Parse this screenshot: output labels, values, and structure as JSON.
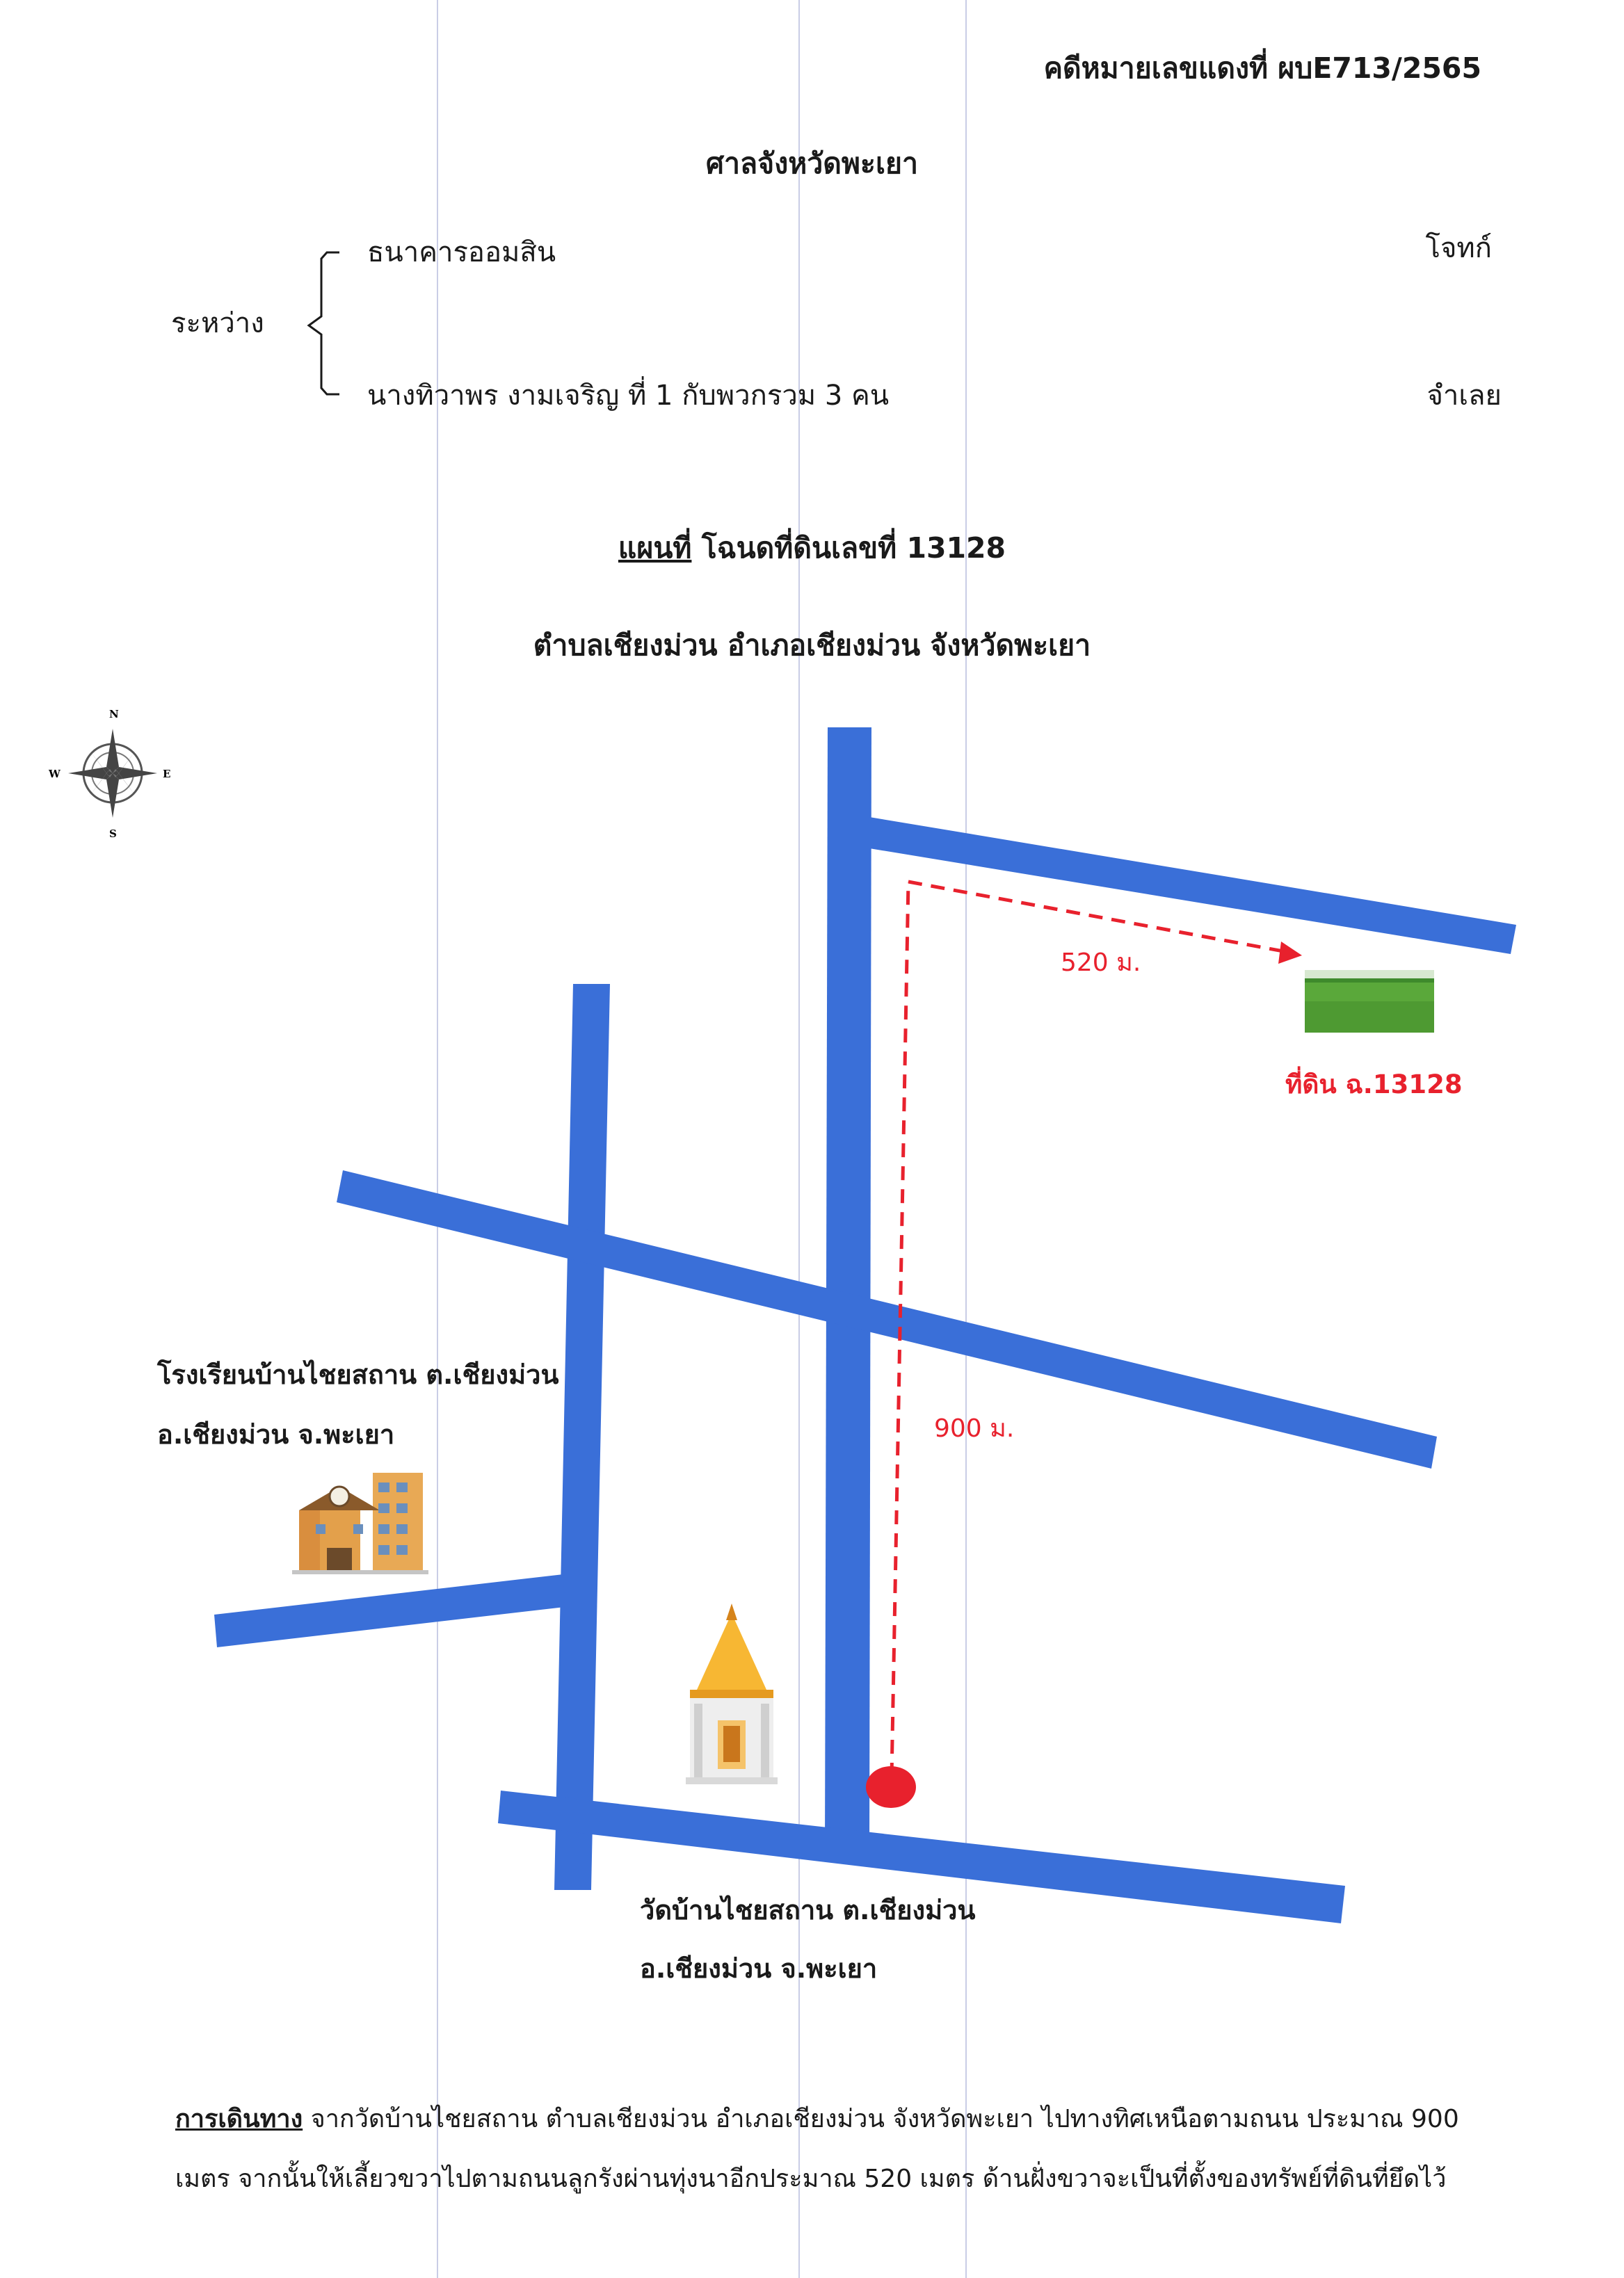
{
  "header": {
    "case_number": "คดีหมายเลขแดงที่ ผบE713/2565",
    "court": "ศาลจังหวัดพะเยา"
  },
  "parties": {
    "between_label": "ระหว่าง",
    "plaintiff_name": "ธนาคารออมสิน",
    "plaintiff_role": "โจทก์",
    "defendant_name": "นางทิวาพร งามเจริญ ที่ 1 กับพวกรวม 3 คน",
    "defendant_role": "จำเลย"
  },
  "map_title": {
    "prefix": "แผนที่",
    "line1_rest": " โฉนดที่ดินเลขที่ 13128",
    "line2": "ตำบลเชียงม่วน อำเภอเชียงม่วน จังหวัดพะเยา"
  },
  "compass": {
    "n": "N",
    "s": "S",
    "e": "E",
    "w": "W"
  },
  "map": {
    "road_color": "#3a6fd8",
    "route_color": "#e8212d",
    "distance_east": "520 ม.",
    "distance_north": "900 ม.",
    "land_label": "ที่ดิน ฉ.13128",
    "school_line1": "โรงเรียนบ้านไชยสถาน ต.เชียงม่วน",
    "school_line2": "อ.เชียงม่วน จ.พะเยา",
    "temple_line1": "วัดบ้านไชยสถาน ต.เชียงม่วน",
    "temple_line2": "อ.เชียงม่วน จ.พะเยา",
    "icons": [
      "compass-rose-icon",
      "school-icon",
      "temple-icon",
      "rice-field-image",
      "start-point-marker"
    ]
  },
  "directions": {
    "label": "การเดินทาง",
    "line1_rest": " จากวัดบ้านไชยสถาน ตำบลเชียงม่วน อำเภอเชียงม่วน จังหวัดพะเยา ไปทางทิศเหนือตามถนน ประมาณ 900",
    "line2": "เมตร จากนั้นให้เลี้ยวขวาไปตามถนนลูกรังผ่านทุ่งนาอีกประมาณ 520 เมตร ด้านฝั่งขวาจะเป็นที่ตั้งของทรัพย์ที่ดินที่ยึดไว้"
  }
}
